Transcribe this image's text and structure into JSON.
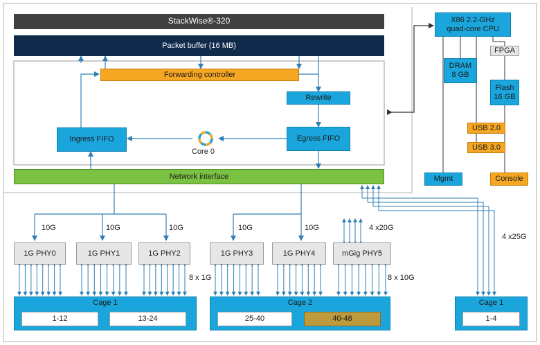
{
  "stackwise": "StackWise®-320",
  "packet_buffer": "Packet buffer (16 MB)",
  "forwarding_controller": "Forwarding controller",
  "rewrite": "Rewrite",
  "ingress_fifo": "Ingress FIFO",
  "egress_fifo": "Egress FIFO",
  "core": "Core 0",
  "network_interface": "Network interface",
  "cpu": {
    "line1": "X86 2.2-GHz",
    "line2": "quad-core CPU"
  },
  "dram": {
    "line1": "DRAM",
    "line2": "8 GB"
  },
  "fpga": "FPGA",
  "flash": {
    "line1": "Flash",
    "line2": "16 GB"
  },
  "usb2": "USB 2.0",
  "usb3": "USB 3.0",
  "mgmt": "Mgmt",
  "console": "Console",
  "phys": [
    "1G PHY0",
    "1G PHY1",
    "1G PHY2",
    "1G PHY3",
    "1G PHY4",
    "mGig PHY5"
  ],
  "links": {
    "ten_g": "10G",
    "four_20g": "4 x20G",
    "four_25g": "4 x25G",
    "eight_1g": "8 x 1G",
    "eight_10g": "8 x 10G"
  },
  "cage1": {
    "title": "Cage 1",
    "ports": [
      "1-12",
      "13-24"
    ]
  },
  "cage2": {
    "title": "Cage 2",
    "ports": [
      "25-40",
      "40-48"
    ]
  },
  "cage3": {
    "title": "Cage 1",
    "ports": [
      "1-4"
    ]
  },
  "colors": {
    "blue": "#1aa6dc",
    "orange": "#f5a623",
    "green": "#7cc242",
    "navy": "#102a4c",
    "dark": "#404040",
    "gold": "#bd9a3c",
    "arrow": "#2f7fb3"
  }
}
